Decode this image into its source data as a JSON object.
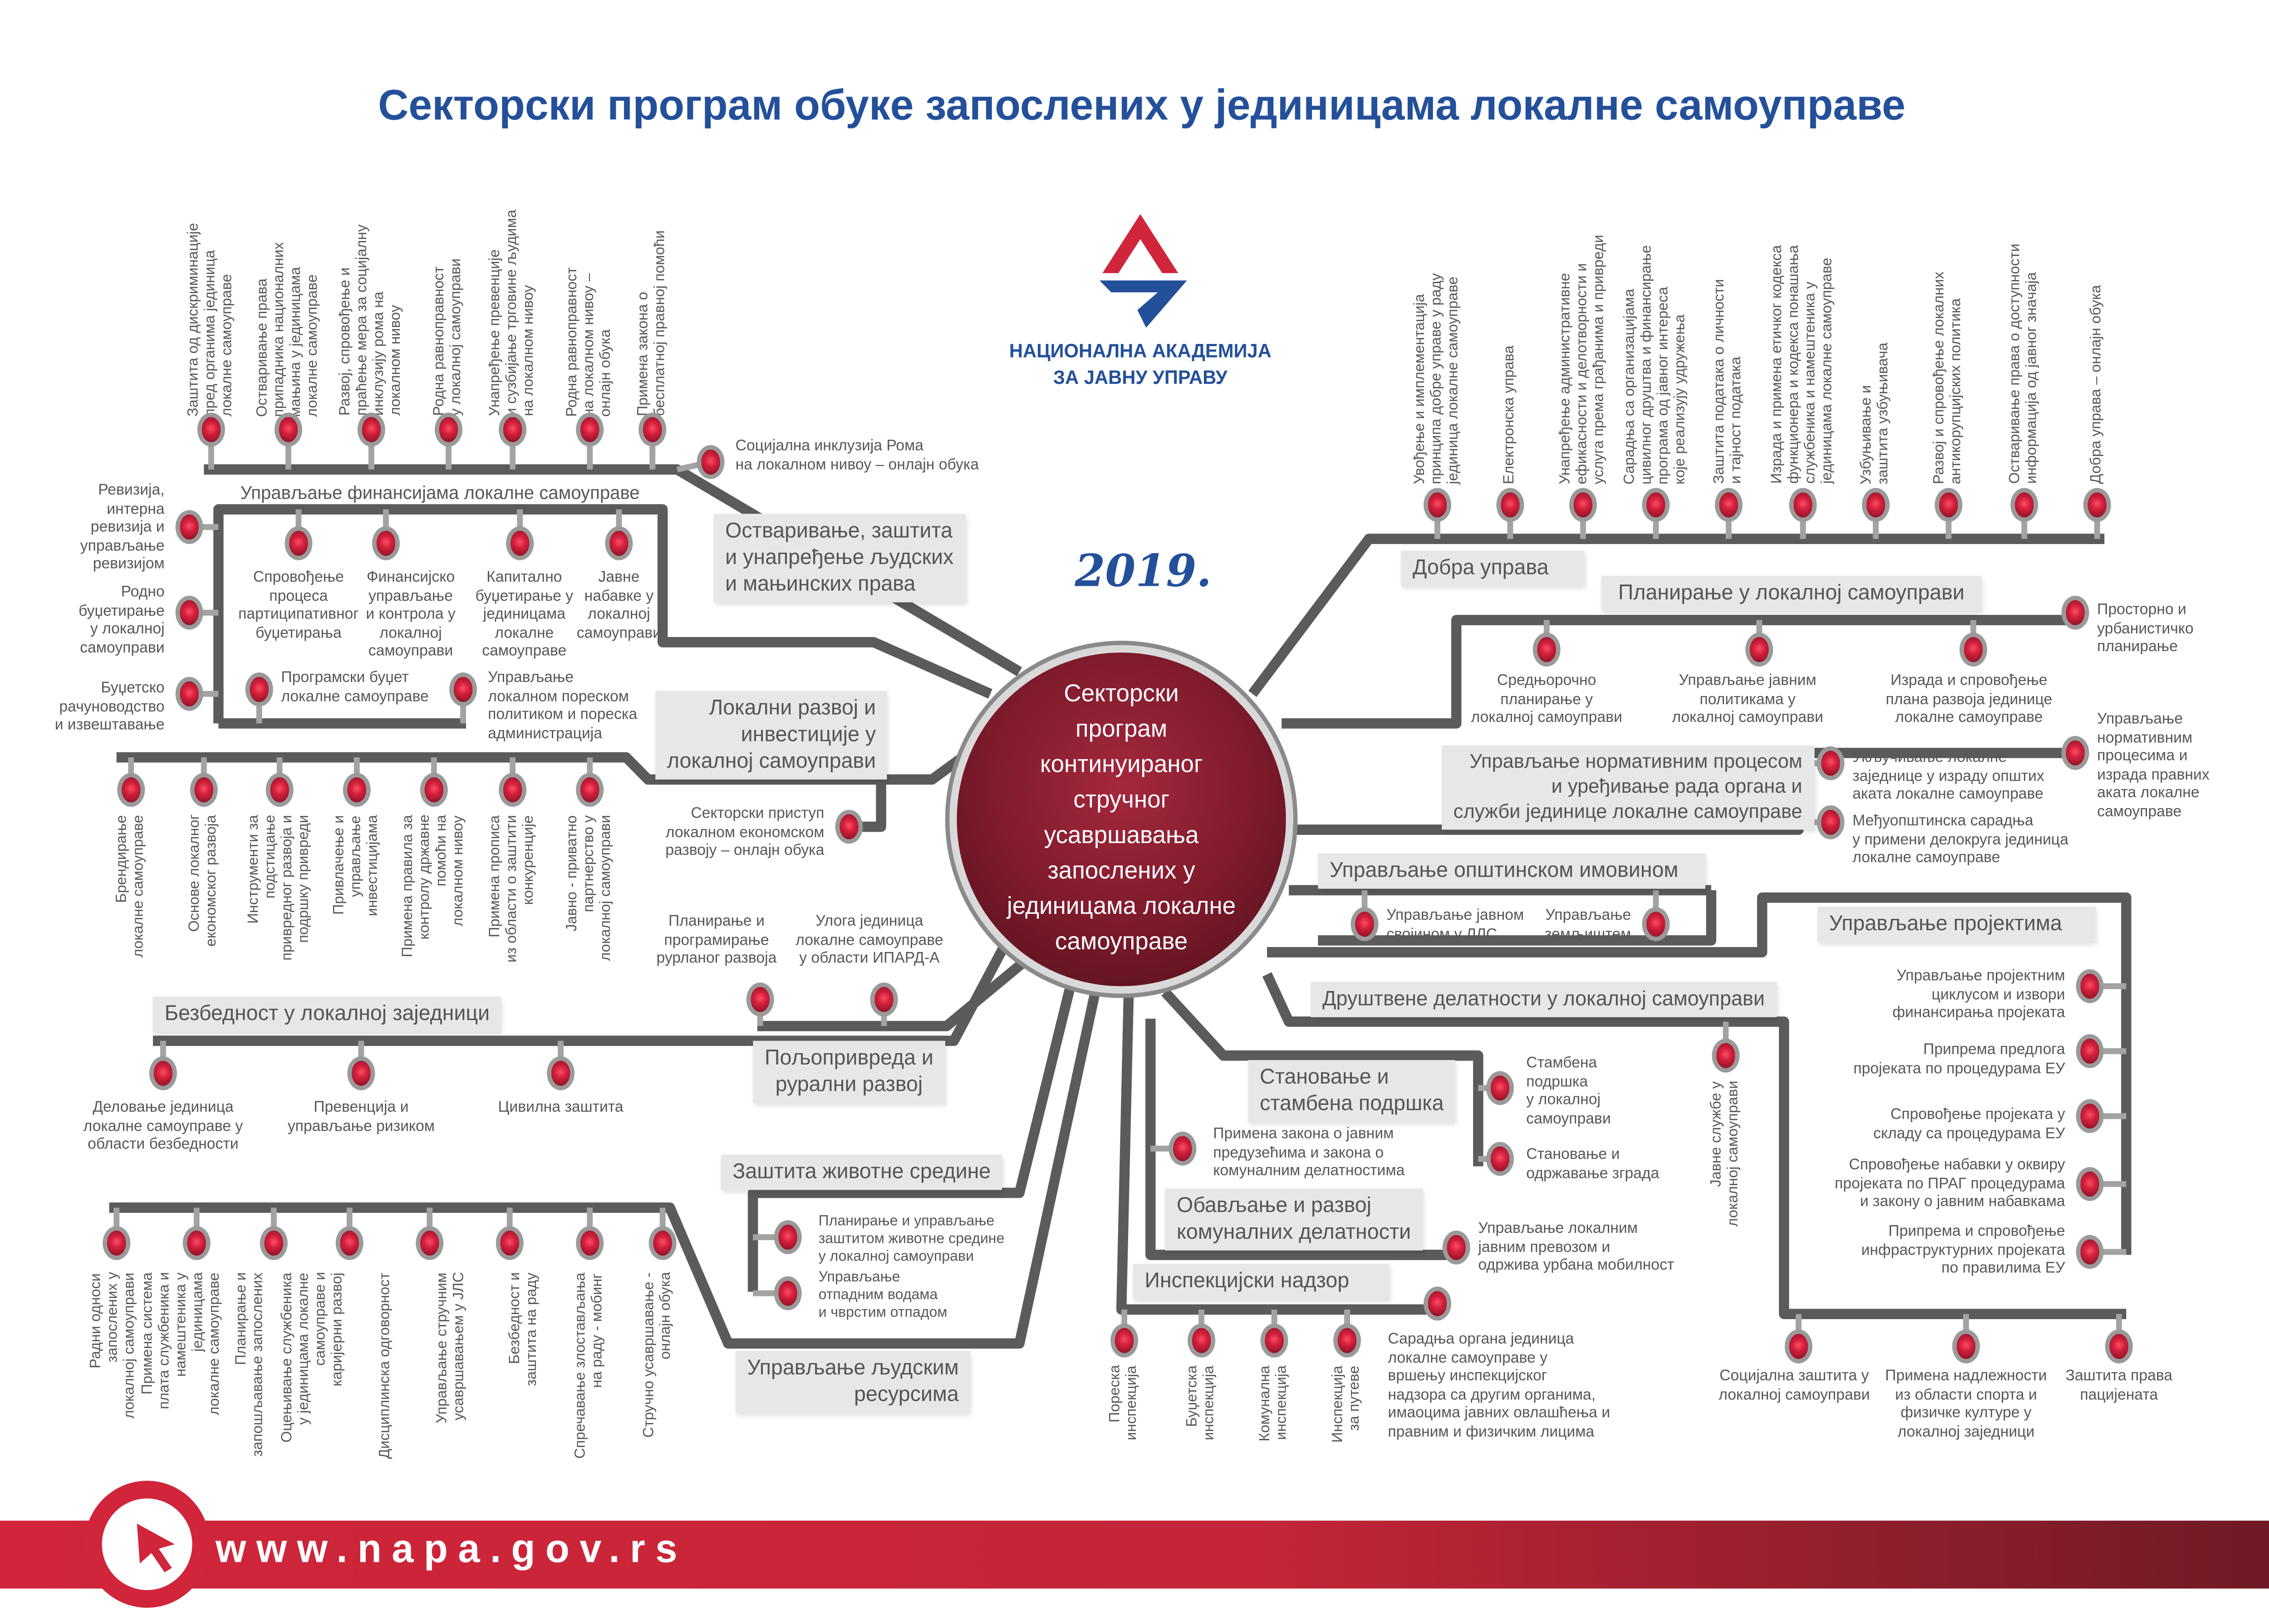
{
  "title": "Секторски програм обуке запослених у јединицама локалне самоуправе",
  "logo": {
    "line1": "НАЦИОНАЛНА АКАДЕМИЈА",
    "line2": "ЗА ЈАВНУ УПРАВУ"
  },
  "year": "2019.",
  "center": "Секторски\nпрограм\nконтинуираног\nстручног\nусавршавања\nзапослених у\nјединицама локалне\nсамоуправе",
  "footer_url": "www.napa.gov.rs",
  "human_rights": {
    "label": "Остваривање, заштита\nи унапређење људских\nи мањинских права",
    "items": [
      "Заштита од дискриминације\nпред органима јединица\nлокалне самоуправе",
      "Остваривање права\nприпадника националних\nмањина у јединицама\nлокалне самоуправе",
      "Развој, спровођење и\nпраћење мера за социјалну\nинклузију рома на\nлокалном нивоу",
      "Родна равноправност\nу локалној самоуправи",
      "Унапређење превенције\nи сузбијање трговине људима\nна локалном нивоу",
      "Родна равноправност\nна локалном нивоу –\nонлајн обука",
      "Примена закона о\nбесплатној правној помоћи"
    ],
    "extra": "Социјална инклузија Рома\nна локалном нивоу – онлајн обука"
  },
  "finance": {
    "label": "Управљање финансијама локалне самоуправе",
    "top_items": [
      "Спровођење\nпроцеса\nпартиципативног\nбуџетирања",
      "Финансијско\nуправљање\nи контрола у\nлокалној\nсамоуправи",
      "Капитално\nбуџетирање у\nјединицама\nлокалне\nсамоуправе",
      "Јавне\nнабавке у\nлокалној\nсамоуправи"
    ],
    "left_items": [
      "Ревизија,\nинтерна\nревизија и\nуправљање\nревизијом",
      "Родно\nбуџетирање\nу локалној\nсамоуправи",
      "Буџетско\nрачуноводство\nи извештавање"
    ],
    "bottom_items": [
      "Програмски буџет\nлокалне самоуправе",
      "Управљање\nлокалном пореском\nполитиком и пореска\nадминистрација"
    ]
  },
  "local_dev": {
    "label": "Локални развој и\nинвестиције у\nлокалној самоуправи",
    "items": [
      "Брендирање\nлокалне самоуправе",
      "Основе локалног\nекономског развоја",
      "Инструменти за\nподстицање\nпривредног развоја и\nподршку привреди",
      "Привлачење и\nуправљање\nинвестицијама",
      "Примена правила за\nконтролу државне\nпомоћи на\nлокалном нивоу",
      "Примена прописа\nиз области о заштити\nконкуренције",
      "Јавно - приватно\nпартнерство у\nлокалној самоуправи"
    ],
    "sector_item": "Секторски приступ\nлокалном економском\nразвоју – онлајн обука"
  },
  "rural": {
    "label": "Пољопривреда и\nрурални развој",
    "items": [
      "Планирање и\nпрограмирање\nрурланог развоја",
      "Улога јединица\nлокалне самоуправе\nу области ИПАРД-А"
    ]
  },
  "security": {
    "label": "Безбедност у локалној заједници",
    "items": [
      "Деловање јединица\nлокалне самоуправе у\nобласти безбедности",
      "Превенција и\nуправљање ризиком",
      "Цивилна заштита"
    ]
  },
  "environment": {
    "label": "Заштита животне средине",
    "items": [
      "Планирање и управљање\nзаштитом животне средине\nу локалној самоуправи",
      "Управљање\nотпадним водама\nи чврстим отпадом"
    ]
  },
  "hr": {
    "label": "Управљање људским\nресурсима",
    "items": [
      "Радни односи\nзапослених у\nлокалној самоуправи",
      "Примена система\nплата службеника и\nнамештеника у\nјединицама\nлокалне самоуправе",
      "Планирање и\nзапошљавање запослених",
      "Оцењивање службеника\nу јединицама локалне\nсамоуправе и\nкаријерни развој",
      "Дисциплинска одговорност",
      "Управљање стручним\nусавршавањем у ЈЛС",
      "Безбедност и\nзаштита на раду",
      "Спречавање злостављања\nна раду - мобинг",
      "Стручно усавршавање -\nонлајн обука"
    ]
  },
  "good_gov": {
    "label": "Добра управа",
    "items": [
      "Увођење и имплементација\nпринципа добре управе у раду\nјединица локалне самоуправе",
      "Електронска управа",
      "Унапређење административне\nефикасности и делотворности и\nуслуга према грађанима и привреди",
      "Сарадња са организацијама\nцивилног друштва и финансирање\nпрограма од јавног интереса\nкоје реализују удружења",
      "Заштита података о личности\nи тајност података",
      "Израда и примена етичког кодекса\nфункционера и кодекса понашања\nслужбеника и намештеника у\nјединицама локалне самоуправе",
      "Узбуњивање и\nзаштита узбуњивача",
      "Развој и спровођење локалних\nантикорупцијских политика",
      "Остваривање права о доступности\nинформација од јавног значаја",
      "Добра управа – онлајн обука"
    ]
  },
  "planning": {
    "label": "Планирање у локалној самоуправи",
    "items": [
      "Средњорочно\nпланирање у\nлокалној самоуправи",
      "Управљање јавним\nполитикама у\nлокалној самоуправи",
      "Израда и спровођење\nплана развоја јединице\nлокалне самоуправе"
    ],
    "spatial": "Просторно и\nурбанистичко\nпланирање"
  },
  "normative": {
    "label": "Управљање нормативним процесом\nи уређивање рада органа и\nслужби јединице локалне самоуправе",
    "main_item": "Управљање\nнормативним\nпроцесима и\nизрада правних\nаката локалне\nсамоуправе",
    "items": [
      "Укључивање локалне\nзаједнице у израду општих\nаката локалне самоуправе",
      "Међуопштинска сарадња\nу примени делокруга јединица\nлокалне самоуправе"
    ]
  },
  "property": {
    "label": "Управљање општинском имовином",
    "items": [
      "Управљање јавном\nсвојином у ЛЛС",
      "Управљање\nземљиштем"
    ]
  },
  "projects": {
    "label": "Управљање пројектима",
    "items": [
      "Управљање пројектним\nциклусом и извори\nфинансирања пројеката",
      "Припрема предлога\nпројеката по процедурама ЕУ",
      "Спровођење пројеката у\nскладу са процедурама ЕУ",
      "Спровођење набавки у оквиру\nпројеката по ПРАГ процедурама\nи закону о јавним набавкама",
      "Припрема и спровођење\nинфраструктурних пројеката\nпо правилима ЕУ"
    ]
  },
  "social": {
    "label": "Друштвене делатности у локалној самоуправи",
    "public_services": "Јавне службе у\nлокалној самоуправи",
    "items": [
      "Социјална заштита у\nлокалној самоуправи",
      "Примена надлежности\nиз области спорта и\nфизичке културе у\nлокалној заједници",
      "Заштита права\nпацијената"
    ]
  },
  "housing": {
    "label": "Становање и\nстамбена подршка",
    "items": [
      "Стамбена\nподршка\nу локалној\nсамоуправи",
      "Становање и\nодржавање зграда"
    ]
  },
  "communal": {
    "label": "Обављање и развој\nкомуналних делатности",
    "items": [
      "Примена закона о јавним\nпредузећима и закона о\nкомуналним делатностима",
      "Управљање локалним\nјавним превозом и\nодржива урбана мобилност"
    ]
  },
  "inspection": {
    "label": "Инспекцијски надзор",
    "items": [
      "Пореска\nинспекција",
      "Буџетска\nинспекција",
      "Комунална\nинспекција",
      "Инспекција\nза путеве"
    ],
    "cooperation": "Сарадња органа јединица\nлокалне самоуправе у\nвршењу инспекцијског\nнадзора са другим органима,\nимаоцима јавних овлашћења и\nправним и физичким лицима"
  }
}
